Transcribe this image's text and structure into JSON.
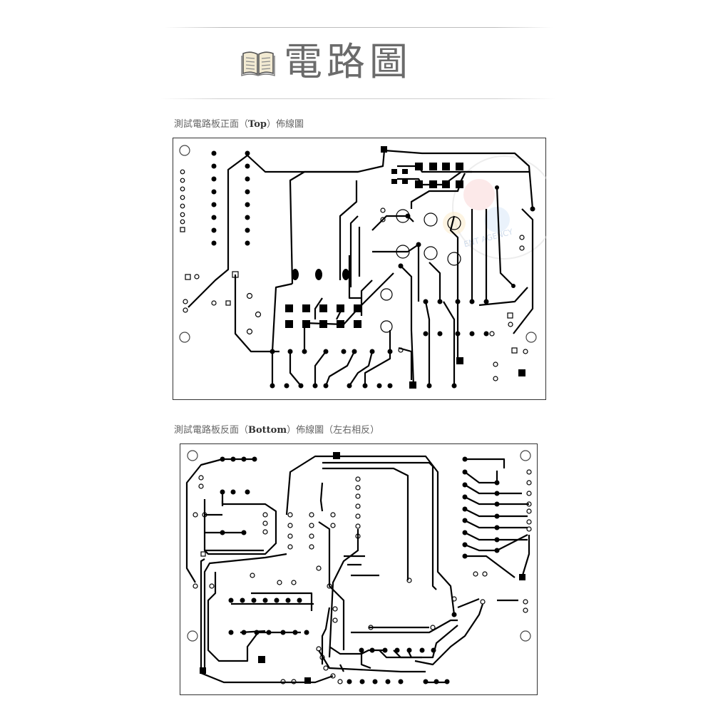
{
  "header": {
    "icon": "open-book-icon",
    "title": "電路圖"
  },
  "sections": [
    {
      "caption_prefix": "測試電路板正面（",
      "caption_em": "Top",
      "caption_suffix": "）佈線圖"
    },
    {
      "caption_prefix": "測試電路板反面（",
      "caption_em": "Bottom",
      "caption_suffix": "）佈線圖（左右相反）"
    }
  ],
  "watermark": {
    "text": "ENT AGENCY",
    "colors": [
      "#f3a8a8",
      "#a9c9ef",
      "#f6d48a",
      "#b5e0b0"
    ]
  },
  "colors": {
    "trace": "#000000",
    "title": "#6b6b6b",
    "caption": "#666666"
  }
}
